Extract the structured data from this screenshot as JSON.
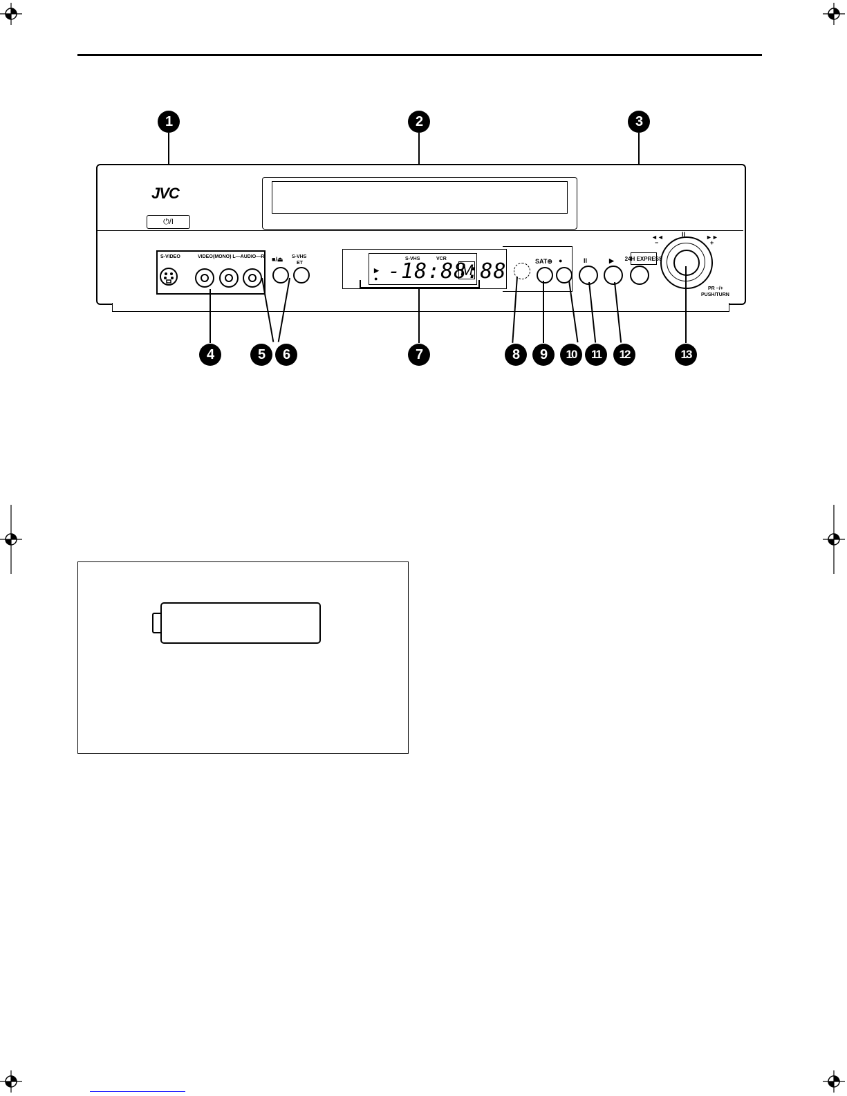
{
  "brand": "JVC",
  "power_button_label": "⏻/I",
  "callouts": [
    "1",
    "2",
    "3",
    "4",
    "5",
    "6",
    "7",
    "8",
    "9",
    "10",
    "11",
    "12",
    "13"
  ],
  "jack_panel": {
    "svideo_label": "S-VIDEO",
    "video_label": "VIDEO",
    "audio_label": "(MONO) L—AUDIO—R"
  },
  "buttons": {
    "stop_eject_label": "■/⏏",
    "svhs_label": "S-VHS",
    "et_label": "ET",
    "sat_label": "SAT⊕",
    "rec_label": "●",
    "pause_label": "II",
    "play_label": "▶",
    "express_label": "24H EXPRESS"
  },
  "display": {
    "digits": "-18:88:88",
    "mode_indicator": "M",
    "svhs_indicator": "S-VHS",
    "vcr_indicator": "VCR",
    "play_symbol": "▶",
    "rec_symbol": "●"
  },
  "dial": {
    "rewind_label": "◄◄",
    "ff_label": "►►",
    "minus_label": "−",
    "plus_label": "+",
    "pause_mark": "II",
    "pr_label": "PR −/+",
    "push_turn_label": "PUSH/TURN"
  },
  "icons": [
    "crosshair-icon",
    "power-icon",
    "svideo-jack-icon",
    "rca-jack-icon",
    "battery-icon",
    "remote-sensor-icon"
  ]
}
